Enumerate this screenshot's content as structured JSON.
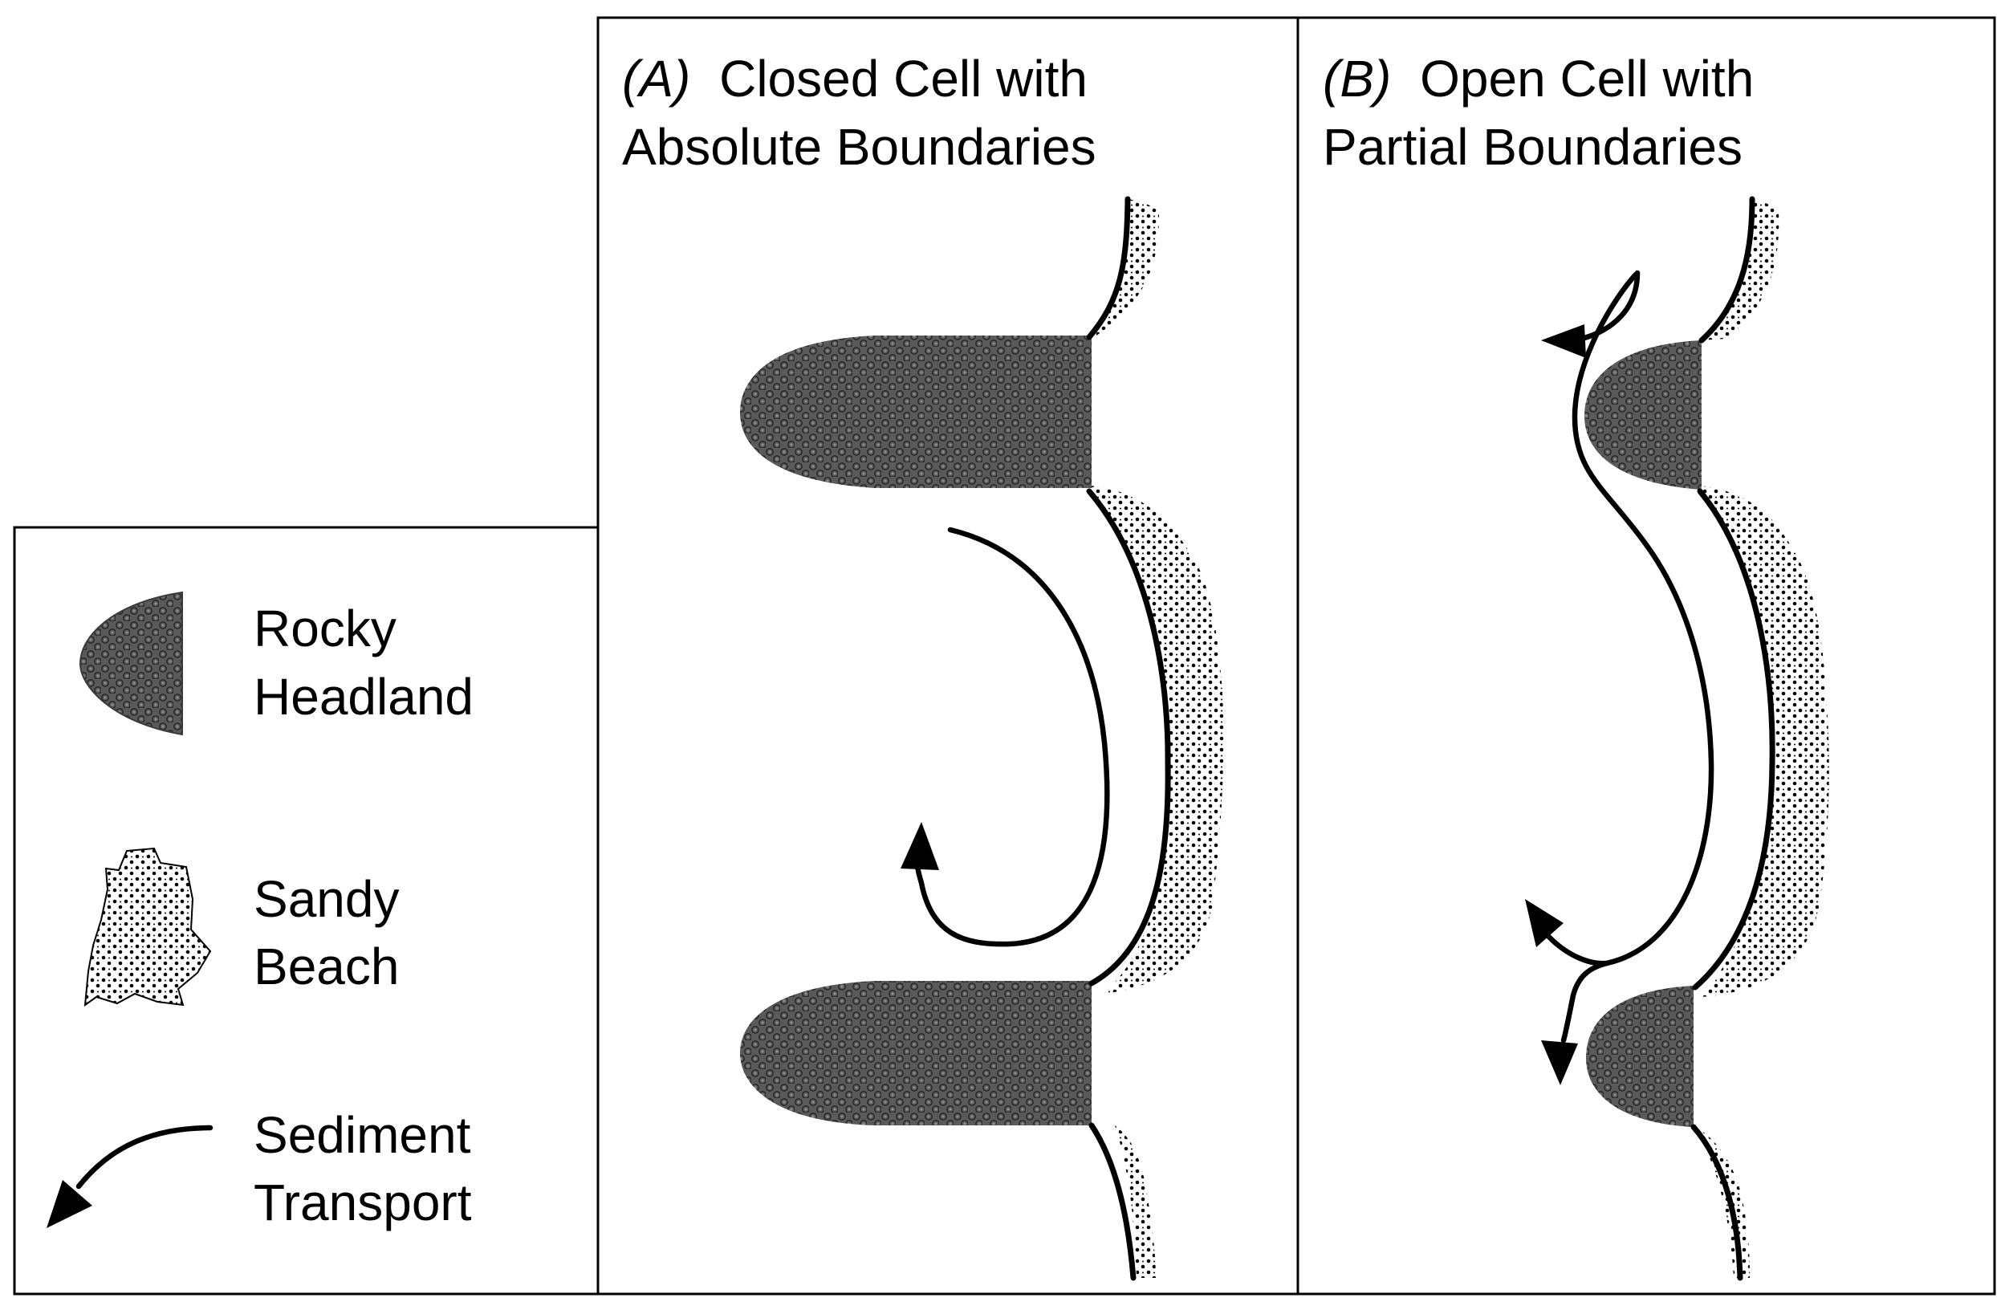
{
  "panels": [
    {
      "id": "A",
      "letter": "(A)",
      "title_line1": "Closed Cell with",
      "title_line2": "Absolute Boundaries"
    },
    {
      "id": "B",
      "letter": "(B)",
      "title_line1": "Open Cell with",
      "title_line2": "Partial Boundaries"
    }
  ],
  "legend": {
    "items": [
      {
        "icon": "rocky-headland-icon",
        "line1": "Rocky",
        "line2": "Headland"
      },
      {
        "icon": "sandy-beach-icon",
        "line1": "Sandy",
        "line2": "Beach"
      },
      {
        "icon": "sediment-transport-arrow-icon",
        "line1": "Sediment",
        "line2": "Transport"
      }
    ]
  },
  "colors": {
    "rock_fill": "#555555",
    "sand_fill": "#ffffff",
    "line": "#000000",
    "background": "#ffffff"
  }
}
